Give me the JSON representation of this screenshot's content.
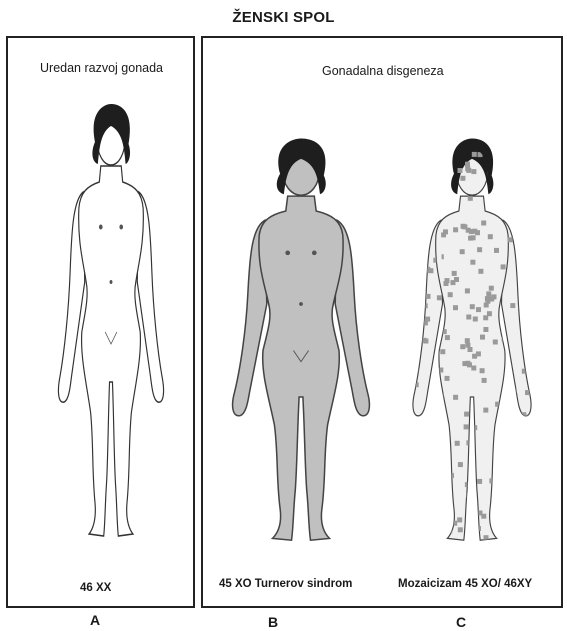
{
  "title": "ŽENSKI SPOL",
  "panel_a": {
    "heading": "Uredan razvoj gonada",
    "caption": "46 XX",
    "letter": "A"
  },
  "panel_bc": {
    "heading": "Gonadalna disgeneza",
    "figure_b": {
      "caption": "45 XO Turnerov sindrom",
      "letter": "B"
    },
    "figure_c": {
      "caption": "Mozaicizam 45 XO/ 46XY",
      "letter": "C"
    }
  },
  "colors": {
    "normal_skin": "#ffffff",
    "affected_skin": "#c0c0c0",
    "mosaic_skin": "#f0f0f0",
    "mosaic_patch": "#9a9a9a",
    "hair": "#1e1e1e",
    "outline": "#333333"
  }
}
